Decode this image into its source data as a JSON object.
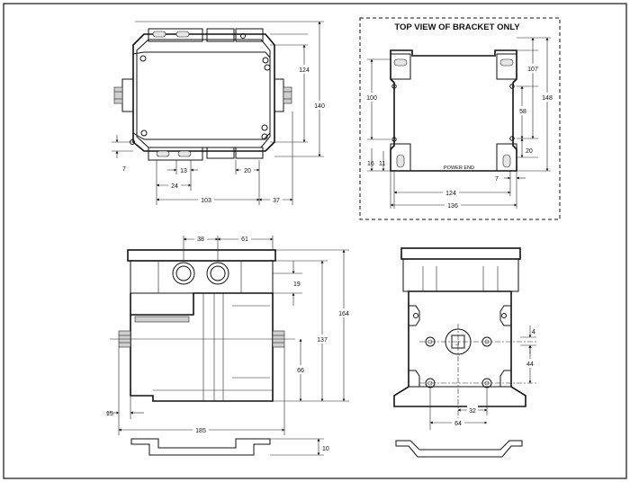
{
  "bracket_title": "TOP VIEW OF BRACKET ONLY",
  "power_end_label": "POWER END",
  "top_view": {
    "d124": "124",
    "d140": "140",
    "d7": "7",
    "d13": "13",
    "d24": "24",
    "d20": "20",
    "d103": "103",
    "d37": "37"
  },
  "bracket_view": {
    "d107": "107",
    "d148": "148",
    "d100": "100",
    "d58": "58",
    "d20": "20",
    "d16": "16",
    "d11": "11",
    "d7": "7",
    "d124": "124",
    "d136": "136"
  },
  "front_view": {
    "d38": "38",
    "d61": "61",
    "d19": "19",
    "d164": "164",
    "d137": "137",
    "d66": "66",
    "d15": "15",
    "d185": "185",
    "d10": "10"
  },
  "side_view": {
    "d4": "4",
    "d44": "44",
    "d32": "32",
    "d64": "64"
  }
}
